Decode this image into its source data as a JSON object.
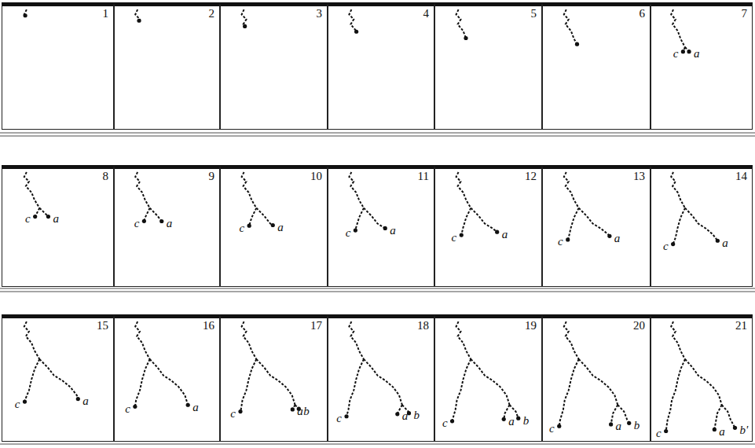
{
  "diagram": {
    "nodes": [
      {
        "text": [
          "1"
        ]
      },
      {
        "text": [
          "2"
        ]
      },
      {
        "text": [
          "3"
        ]
      },
      {
        "text": [
          "4"
        ]
      },
      {
        "text": [
          "5"
        ]
      },
      {
        "text": [
          "6"
        ]
      },
      {
        "text": [
          "7",
          "c",
          "a"
        ]
      },
      {
        "text": [
          "8",
          "c",
          "a"
        ]
      },
      {
        "text": [
          "9",
          "c",
          "a"
        ]
      },
      {
        "text": [
          "10",
          "c",
          "a"
        ]
      },
      {
        "text": [
          "11",
          "c",
          "a"
        ]
      },
      {
        "text": [
          "12",
          "c",
          "a"
        ]
      },
      {
        "text": [
          "13",
          "c",
          "a"
        ]
      },
      {
        "text": [
          "14",
          "c",
          "a"
        ]
      },
      {
        "text": [
          "15",
          "c",
          "a"
        ]
      },
      {
        "text": [
          "16",
          "c",
          "a"
        ]
      },
      {
        "text": [
          "17",
          "c",
          "a",
          "b"
        ]
      },
      {
        "text": [
          "18",
          "c",
          "a",
          "b"
        ]
      },
      {
        "text": [
          "19",
          "c",
          "a",
          "b"
        ]
      },
      {
        "text": [
          "20",
          "c",
          "a",
          "b"
        ]
      },
      {
        "text": [
          "21",
          "c",
          "a",
          "b'"
        ]
      }
    ]
  }
}
